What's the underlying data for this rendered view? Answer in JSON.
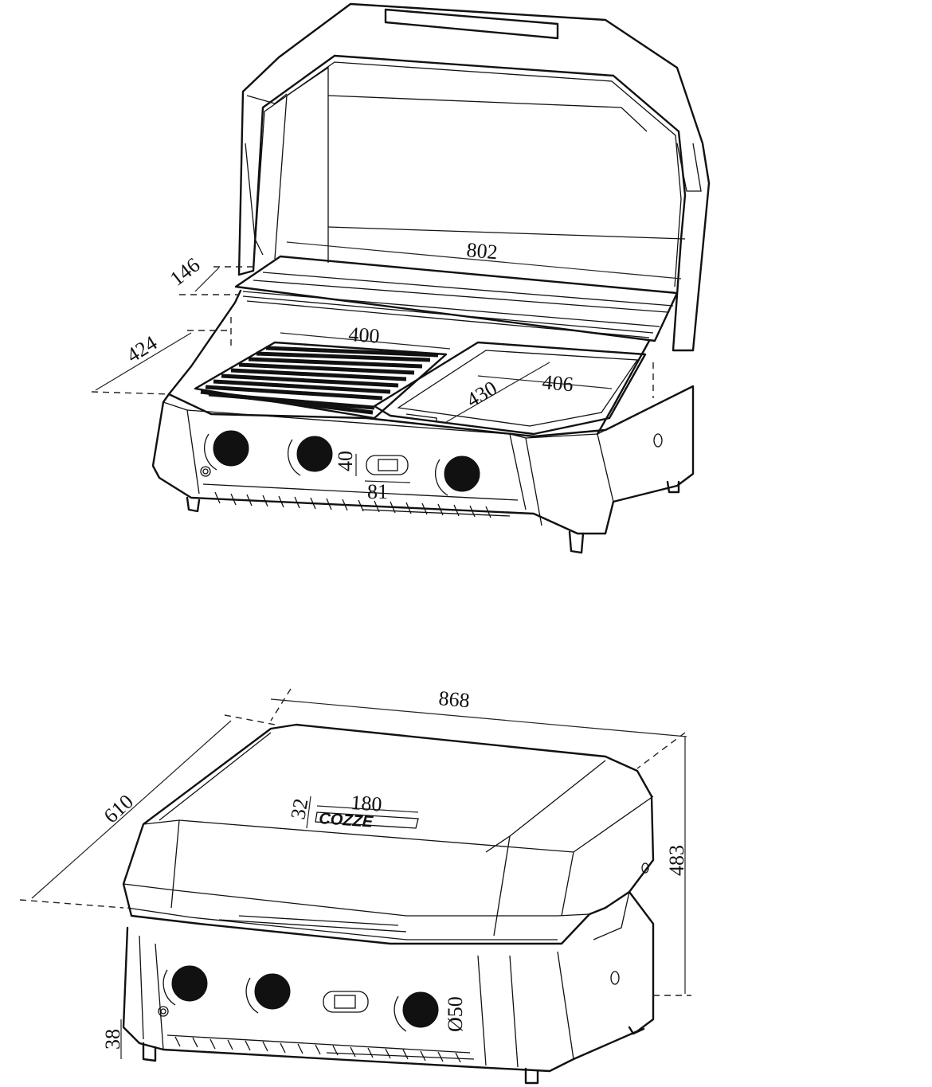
{
  "grill_open_view": {
    "dimensions": {
      "lid_width": "802",
      "side_depth": "146",
      "grill_depth": "424",
      "grate_width": "400",
      "plate_depth": "430",
      "plate_width": "406",
      "display_height": "40",
      "display_width": "81"
    }
  },
  "grill_closed_view": {
    "dimensions": {
      "overall_width": "868",
      "overall_depth": "610",
      "overall_height": "483",
      "logo_width": "180",
      "logo_height": "32",
      "foot_height": "38",
      "knob_diameter": "Ø50"
    },
    "logo_text": "COZZE"
  }
}
